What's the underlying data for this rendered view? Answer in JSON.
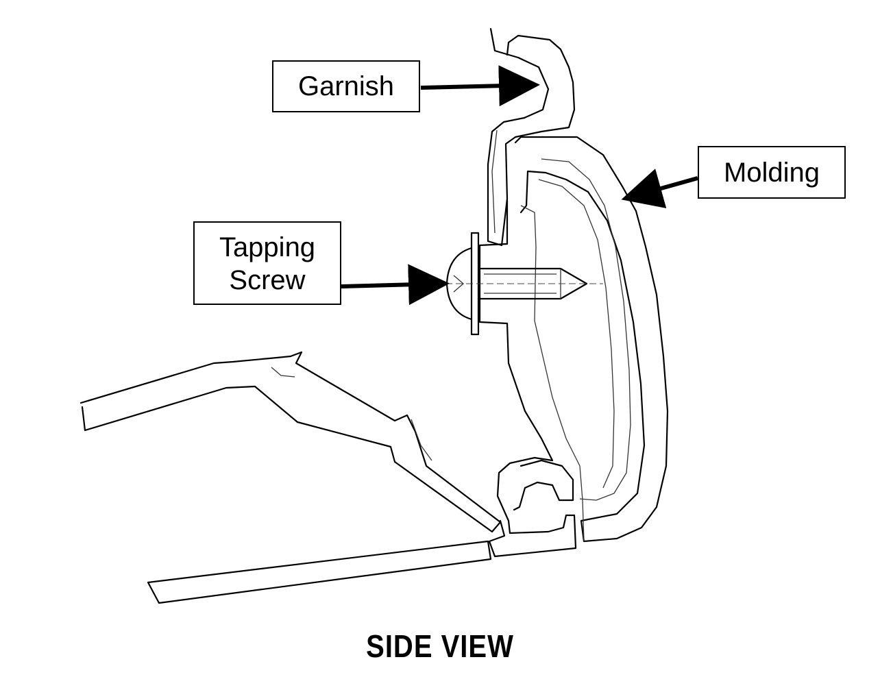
{
  "labels": {
    "garnish": "Garnish",
    "molding": "Molding",
    "tapping_screw_line1": "Tapping",
    "tapping_screw_line2": "Screw"
  },
  "caption": "SIDE VIEW",
  "colors": {
    "line": "#000000",
    "background": "#ffffff"
  }
}
